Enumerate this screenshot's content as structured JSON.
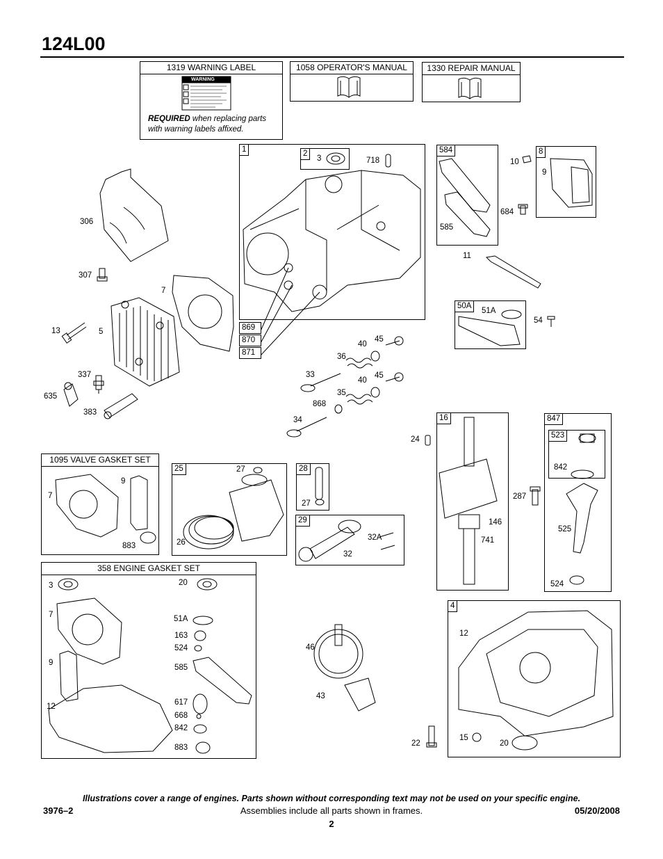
{
  "header": {
    "model": "124L00"
  },
  "frames": {
    "warning_label": {
      "title": "1319 WARNING LABEL",
      "icon_text": "WARNING",
      "req_bold": "REQUIRED",
      "req_rest": " when replacing parts",
      "req_line2": "with warning labels affixed."
    },
    "operators_manual": {
      "title": "1058 OPERATOR'S MANUAL"
    },
    "repair_manual": {
      "title": "1330 REPAIR MANUAL"
    },
    "valve_gasket_set": {
      "title": "1095 VALVE GASKET SET"
    },
    "engine_gasket_set": {
      "title": "358 ENGINE GASKET SET"
    }
  },
  "tags": {
    "t1": "1",
    "t2": "2",
    "t584": "584",
    "t8": "8",
    "t50a": "50A",
    "t869": "869",
    "t870": "870",
    "t871": "871",
    "t25": "25",
    "t28": "28",
    "t29": "29",
    "t16": "16",
    "t847": "847",
    "t523": "523",
    "t4": "4"
  },
  "labels": {
    "l3a": "3",
    "l718": "718",
    "l10": "10",
    "l9a": "9",
    "l684": "684",
    "l585a": "585",
    "l306": "306",
    "l307": "307",
    "l7a": "7",
    "l13": "13",
    "l5": "5",
    "l337": "337",
    "l635": "635",
    "l383": "383",
    "l11": "11",
    "l51a_a": "51A",
    "l54": "54",
    "l40a": "40",
    "l45a": "45",
    "l36": "36",
    "l33": "33",
    "l40b": "40",
    "l45b": "45",
    "l35": "35",
    "l868": "868",
    "l34": "34",
    "l24": "24",
    "l7b": "7",
    "l9b": "9",
    "l883a": "883",
    "l27a": "27",
    "l26": "26",
    "l27b": "27",
    "l32a": "32A",
    "l32": "32",
    "l146": "146",
    "l741": "741",
    "l287": "287",
    "l842a": "842",
    "l525": "525",
    "l524a": "524",
    "l3b": "3",
    "l20a": "20",
    "l7c": "7",
    "l51a_b": "51A",
    "l163": "163",
    "l524b": "524",
    "l9c": "9",
    "l585b": "585",
    "l12a": "12",
    "l617": "617",
    "l668": "668",
    "l842b": "842",
    "l883b": "883",
    "l46": "46",
    "l43": "43",
    "l12b": "12",
    "l22": "22",
    "l15": "15",
    "l20b": "20"
  },
  "footer": {
    "disclaimer": "Illustrations cover a range of engines. Parts shown without corresponding text may not be used on your specific engine.",
    "doc_number": "3976–2",
    "assemblies_note": "Assemblies include all parts shown in frames.",
    "date": "05/20/2008",
    "page": "2"
  }
}
